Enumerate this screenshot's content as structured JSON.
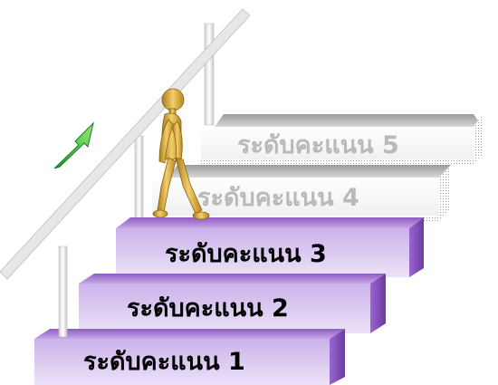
{
  "steps": [
    {
      "label": "ระดับคะแนน 1",
      "state": "active"
    },
    {
      "label": "ระดับคะแนน 2",
      "state": "active"
    },
    {
      "label": "ระดับคะแนน 3",
      "state": "active"
    },
    {
      "label": "ระดับคะแนน 4",
      "state": "faded"
    },
    {
      "label": "ระดับคะแนน 5",
      "state": "faded"
    }
  ],
  "colors": {
    "active_front": "#d9c6ef",
    "active_top": "#b18ad9",
    "active_side": "#7d47b4",
    "faded_front": "#f3f3f3",
    "faded_top": "#c4c4c4",
    "faded_side": "#a6a6a6",
    "handrail": "#ededed",
    "arrow": "#32b53a",
    "figure": "#d6a534"
  },
  "icons": {
    "arrow": "up-right-arrow-icon",
    "figure": "walking-figure-icon"
  }
}
